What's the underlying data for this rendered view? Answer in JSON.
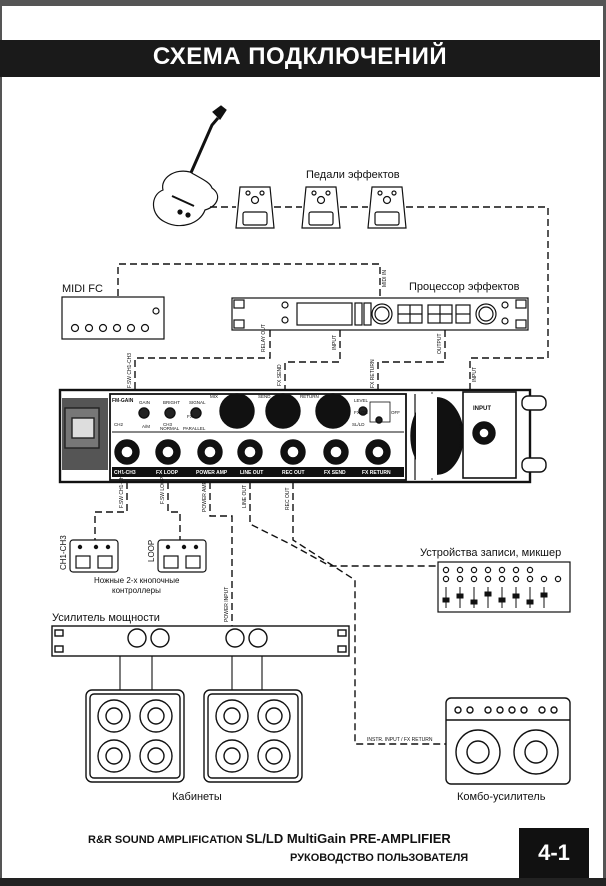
{
  "title": "СХЕМА ПОДКЛЮЧЕНИЙ",
  "labels": {
    "pedals": "Педали эффектов",
    "midi_fc": "MIDI FC",
    "fx_processor": "Процессор эффектов",
    "recording": "Устройства записи, микшер",
    "foot_controllers_line1": "Ножные 2-х кнопочные",
    "foot_controllers_line2": "контроллеры",
    "ch_ch3": "CH1-CH3",
    "loop": "LOOP",
    "power_amp": "Усилитель мощности",
    "cabinets": "Кабинеты",
    "combo": "Комбо-усилитель",
    "instr_return": "INSTR. INPUT / FX RETURN",
    "power_input": "POWER INPUT"
  },
  "cable_labels": {
    "midi_in": "MIDI IN",
    "relay_out": "RELAY OUT",
    "fx_input": "INPUT",
    "fx_output": "OUTPUT",
    "f_sw_ch": "F.SW CH1-CH3",
    "fx_send": "FX SEND",
    "fx_return": "FX RETURN",
    "input": "INPUT",
    "f_sw_ch_lower": "F.SW CH1-CH3",
    "f_sw_loop": "F.SW LOOP",
    "power_amp_out": "POWER AMP",
    "line_out": "LINE OUT",
    "rec_out": "REC OUT"
  },
  "panel": {
    "brand": "FM-GAIN",
    "knob_labels": [
      "GAIN",
      "BRIGHT",
      "SIGNAL",
      "MIX",
      "SEND",
      "RETURN",
      "LEVEL",
      "FX ON",
      "OFF",
      "CH2",
      "CH3",
      "FX",
      "A/M",
      "NORMAL",
      "PARALLEL",
      "SL/LD"
    ],
    "jack_labels": [
      "CH1-CH3",
      "FX LOOP",
      "POWER AMP",
      "LINE OUT",
      "REC OUT",
      "FX SEND",
      "FX RETURN"
    ],
    "input_label": "INPUT"
  },
  "footer": {
    "line1_prefix": "R&R SOUND AMPLIFICATION ",
    "line1_product": "SL/LD MultiGain PRE-AMPLIFIER",
    "line2": "РУКОВОДСТВО ПОЛЬЗОВАТЕЛЯ",
    "page_number": "4-1"
  }
}
